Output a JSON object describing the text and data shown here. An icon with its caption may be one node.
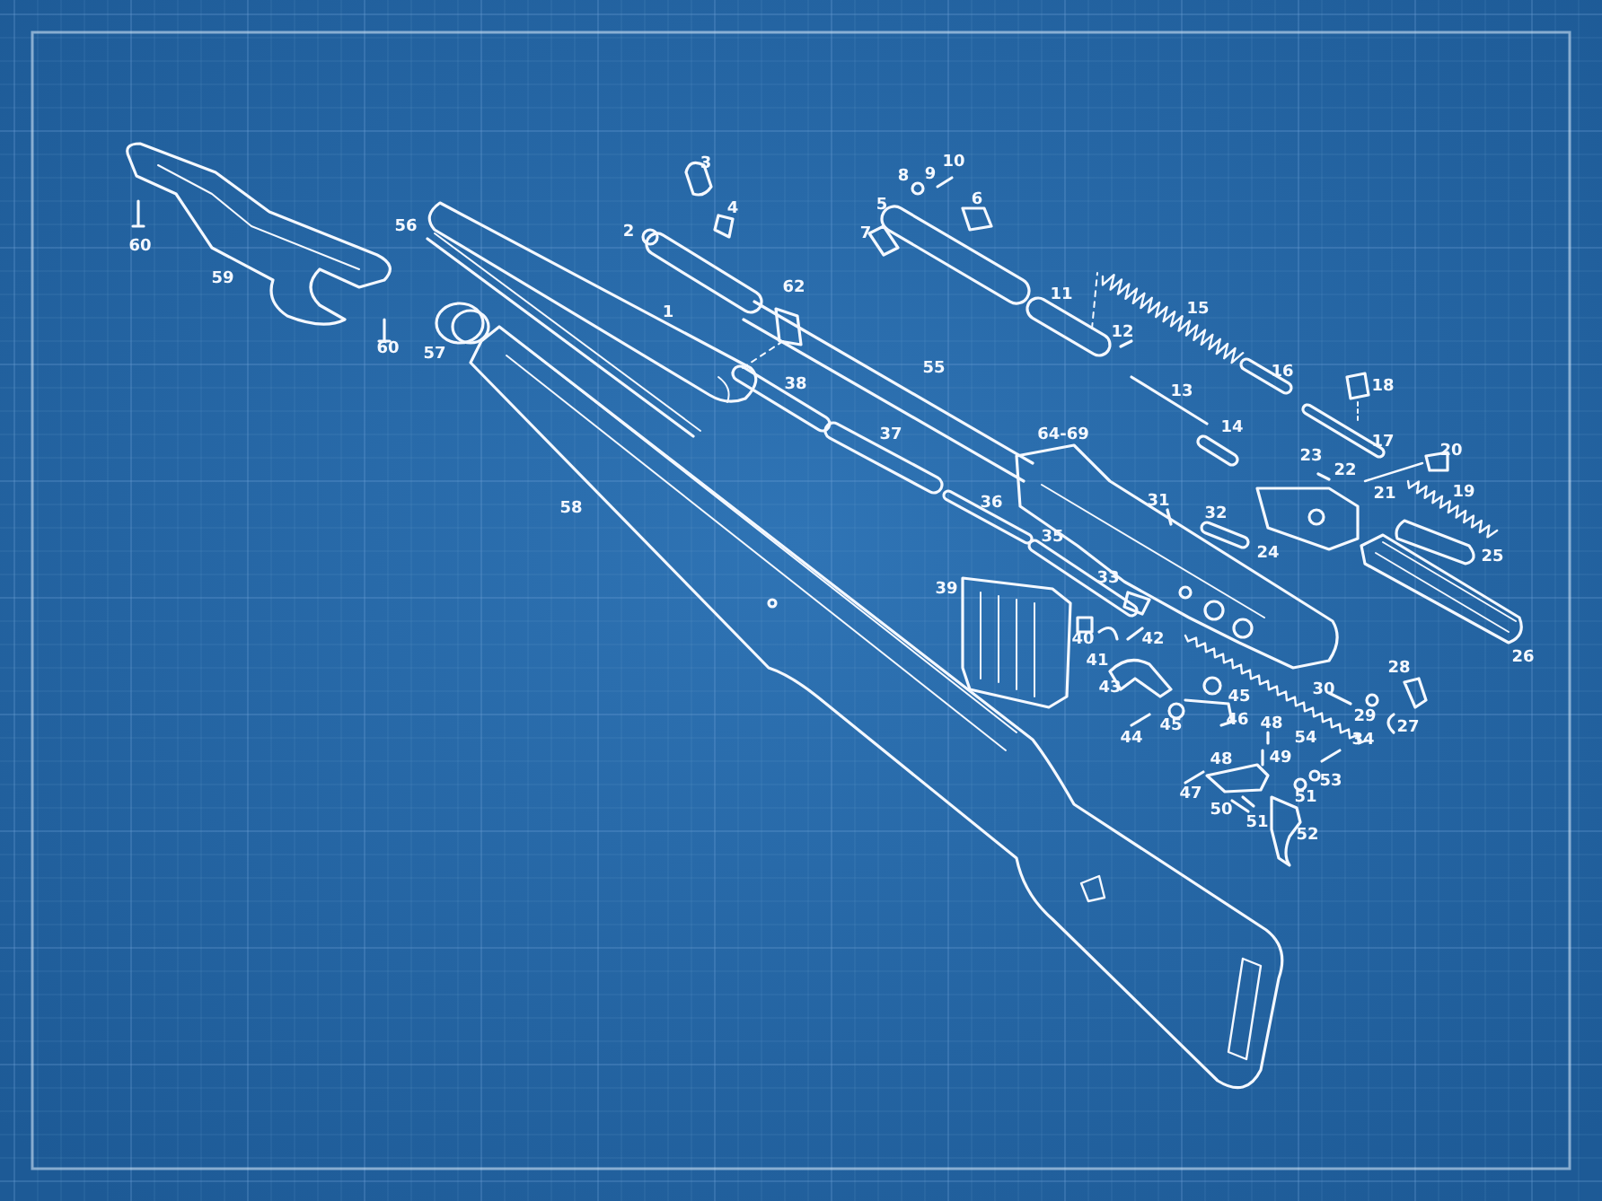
{
  "diagram": {
    "labels": [
      "10",
      "3",
      "9",
      "8",
      "6",
      "5",
      "4",
      "2",
      "56",
      "7",
      "60",
      "59",
      "62",
      "11",
      "15",
      "1",
      "12",
      "60",
      "57",
      "16",
      "38",
      "55",
      "18",
      "13",
      "23",
      "14",
      "64-69",
      "17",
      "37",
      "20",
      "22",
      "58",
      "21",
      "19",
      "36",
      "31",
      "32",
      "24",
      "35",
      "25",
      "33",
      "39",
      "42",
      "40",
      "26",
      "41",
      "28",
      "30",
      "43",
      "45",
      "29",
      "46",
      "48",
      "45",
      "27",
      "44",
      "54",
      "34",
      "48",
      "49",
      "53",
      "47",
      "51",
      "50",
      "51",
      "52"
    ]
  }
}
